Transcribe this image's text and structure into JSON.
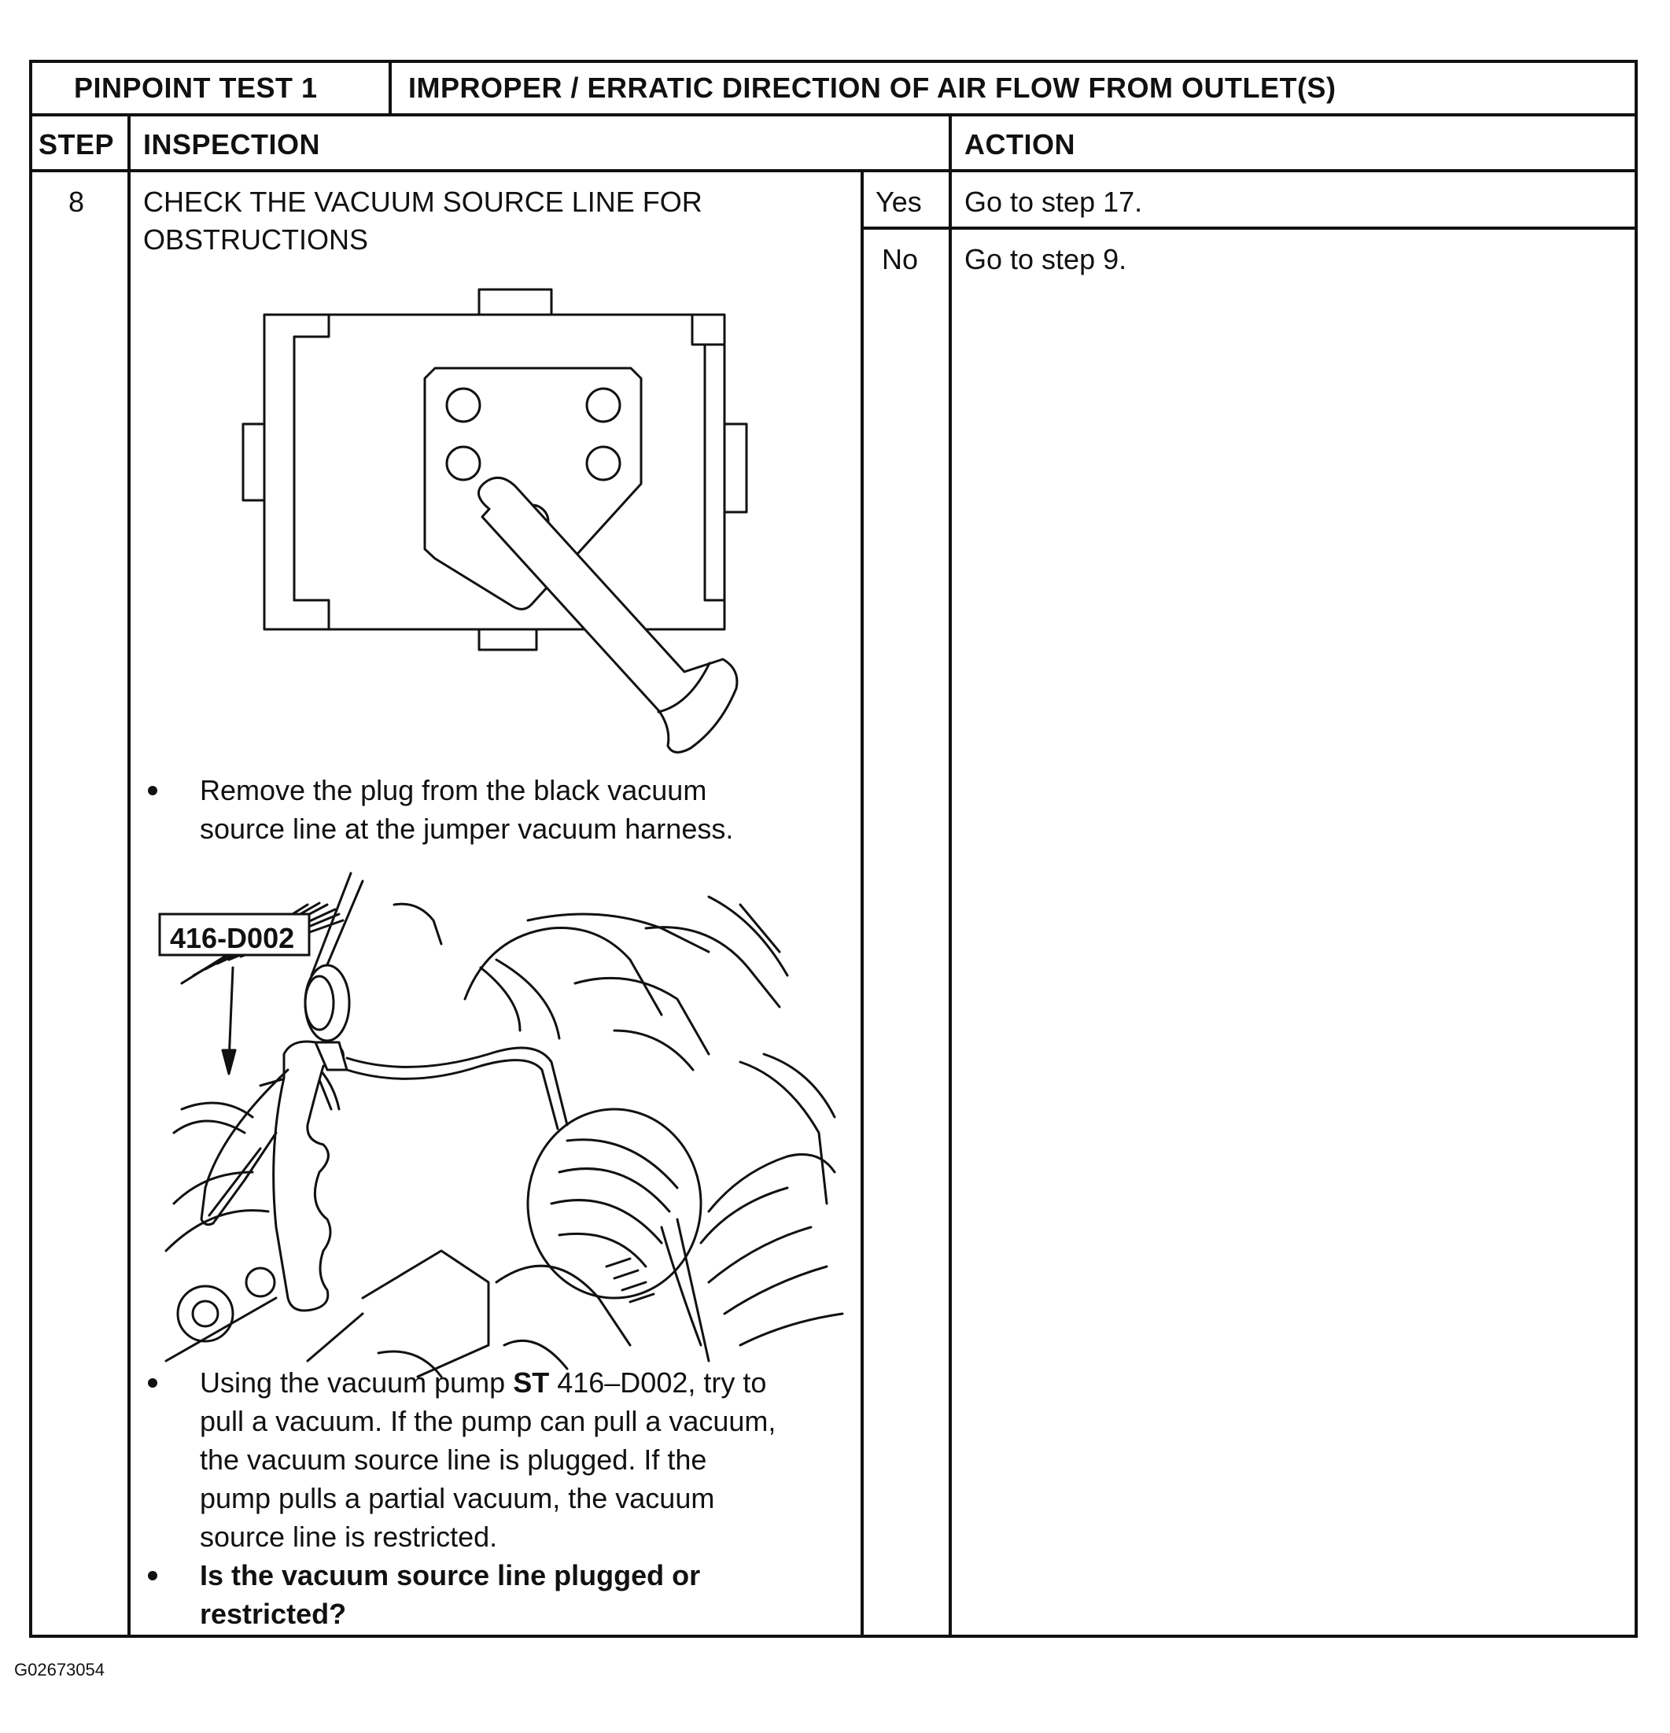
{
  "header": {
    "test_label": "PINPOINT TEST 1",
    "test_title": "IMPROPER / ERRATIC DIRECTION OF AIR FLOW FROM OUTLET(S)"
  },
  "columns": {
    "step": "STEP",
    "inspection": "INSPECTION",
    "action": "ACTION"
  },
  "row": {
    "step_number": "8",
    "heading_line1": "CHECK THE VACUUM SOURCE LINE FOR",
    "heading_line2": "OBSTRUCTIONS",
    "bullet1_line1": "Remove the plug from the black vacuum",
    "bullet1_line2": "source line at the jumper vacuum harness.",
    "tool_callout": "416-D002",
    "bullet2": {
      "line1_pre": "Using the vacuum pump ",
      "line1_bold": "ST",
      "line1_post": " 416–D002, try to",
      "line2": "pull a vacuum. If the pump can pull a vacuum,",
      "line3": "the vacuum source line is plugged. If the",
      "line4": "pump pulls a partial vacuum, the vacuum",
      "line5": "source line is restricted."
    },
    "bullet3_line1": "Is the vacuum source line plugged or",
    "bullet3_line2": "restricted?",
    "answers": [
      {
        "answer": "Yes",
        "action": "Go to step 17."
      },
      {
        "answer": "No",
        "action": "Go to step 9."
      }
    ]
  },
  "figure_code": "G02673054"
}
